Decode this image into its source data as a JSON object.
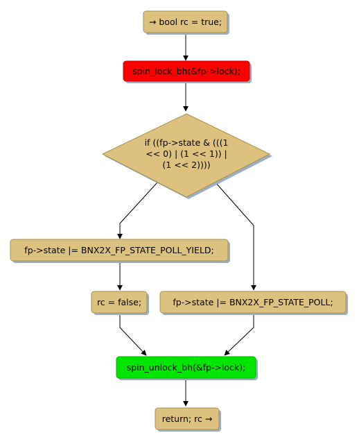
{
  "colors": {
    "node_fill": "#dcc27e",
    "node_stroke": "#a8904a",
    "shadow": "#9aaec8",
    "lock_fill": "#ff0000",
    "unlock_fill": "#00e600",
    "edge": "#000000"
  },
  "nodes": {
    "start": "→ bool rc = true;",
    "lock": "spin_lock_bh(&fp->lock);",
    "decision": [
      "if ((fp->state & (((1",
      "<< 0) | (1 << 1)) |",
      "(1 << 2))))"
    ],
    "set_yield": "fp->state |= BNX2X_FP_STATE_POLL_YIELD;",
    "rc_false": "rc = false;",
    "set_poll": "fp->state |= BNX2X_FP_STATE_POLL;",
    "unlock": "spin_unlock_bh(&fp->lock);",
    "end": "return; rc →"
  }
}
